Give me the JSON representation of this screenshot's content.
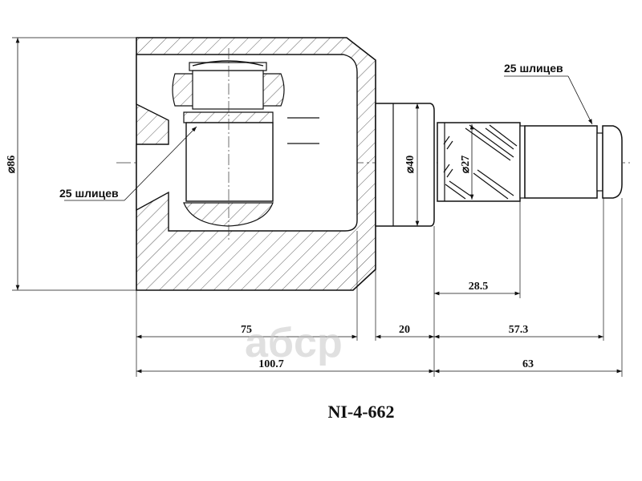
{
  "drawing": {
    "part_number": "NI-4-662",
    "watermark": "aбcp",
    "labels": {
      "splines_outer": "25 шлицев",
      "splines_inner": "25 шлицев"
    },
    "diameters": {
      "housing": "⌀86",
      "shaft_collar": "⌀40",
      "spline_shaft": "⌀27"
    },
    "dimensions": {
      "housing_length": "75",
      "collar_length": "20",
      "spline_length": "28.5",
      "shaft_length_a": "57.3",
      "total_left": "100.7",
      "total_right": "63"
    }
  }
}
